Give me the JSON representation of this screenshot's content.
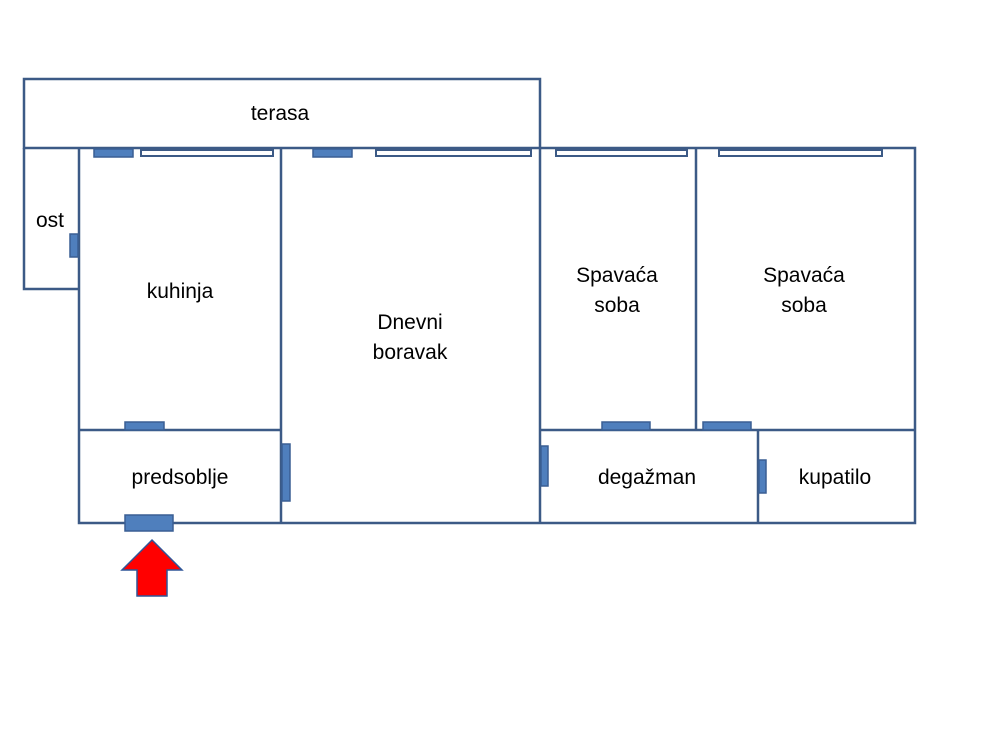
{
  "rooms": {
    "terasa": "terasa",
    "ost": "ost",
    "kuhinja": "kuhinja",
    "dnevni_l1": "Dnevni",
    "dnevni_l2": "boravak",
    "spavaca1_l1": "Spavaća",
    "spavaca1_l2": "soba",
    "spavaca2_l1": "Spavaća",
    "spavaca2_l2": "soba",
    "predsoblje": "predsoblje",
    "degazman": "degažman",
    "kupatilo": "kupatilo"
  },
  "colors": {
    "wall": "#3c5a86",
    "door": "#4f7fbd",
    "door_stroke": "#3a5f93",
    "entrance_arrow": "#ff0000",
    "entrance_arrow_stroke": "#2f5597",
    "background": "#ffffff"
  },
  "icons": {
    "entrance": "red-up-arrow-icon"
  }
}
